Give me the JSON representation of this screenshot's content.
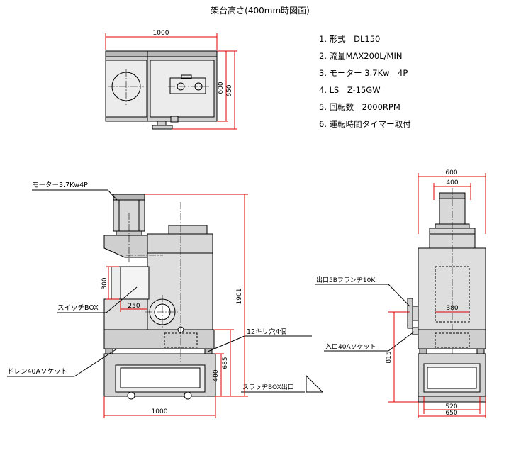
{
  "title": "架台高さ(400mm時図面)",
  "specs": [
    "1. 形式　DL150",
    "2. 流量MAX200L/MIN",
    "3. モーター 3.7Kw　4P",
    "4. LS　Z-15GW",
    "5. 回転数　2000RPM",
    "6. 運転時間タイマー取付"
  ],
  "top_view": {
    "dim_width": "1000",
    "dim_depth": "600",
    "dim_depth_total": "650"
  },
  "front_view": {
    "label_motor": "モーター3.7Kw4P",
    "label_switch_box": "スイッチBOX",
    "label_drain": "ドレン40Aソケット",
    "label_holes": "12キリ穴4個",
    "label_sludge": "スラッヂBOX出口",
    "dim_300": "300",
    "dim_250": "250",
    "dim_1901": "1901",
    "dim_685": "685",
    "dim_400": "400",
    "dim_1000": "1000"
  },
  "side_view": {
    "label_outlet": "出口5Bフランヂ10K",
    "label_inlet": "入口40Aソケット",
    "dim_600": "600",
    "dim_400": "400",
    "dim_380": "380",
    "dim_815": "815",
    "dim_520": "520",
    "dim_650": "650"
  }
}
